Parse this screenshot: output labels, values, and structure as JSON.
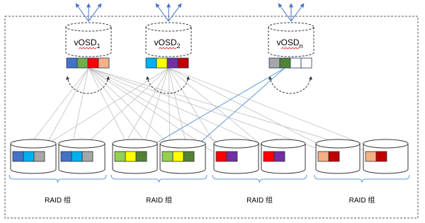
{
  "vosds": [
    {
      "label": "vOSD",
      "sub": "1",
      "blocks": [
        "#4472c4",
        "#70ad47",
        "#ff0000",
        "#f4b183"
      ]
    },
    {
      "label": "vOSD",
      "sub": "2",
      "blocks": [
        "#00b0f0",
        "#ffff00",
        "#7030a0",
        "#c00000"
      ]
    },
    {
      "label": "vOSD",
      "sub": "n",
      "blocks": [
        "#a6a6a6",
        "#548235",
        "#ffffff",
        "#ffffff"
      ]
    }
  ],
  "raid_groups": [
    {
      "label": "RAID 组",
      "disks": [
        [
          "#4472c4",
          "#00b0f0",
          "#a6a6a6"
        ],
        [
          "#4472c4",
          "#00b0f0",
          "#a6a6a6"
        ]
      ]
    },
    {
      "label": "RAID 组",
      "disks": [
        [
          "#92d050",
          "#ffff00",
          "#548235"
        ],
        [
          "#92d050",
          "#ffff00",
          "#548235"
        ]
      ]
    },
    {
      "label": "RAID 组",
      "disks": [
        [
          "#ff0000",
          "#7030a0"
        ],
        [
          "#ff0000",
          "#7030a0"
        ]
      ]
    },
    {
      "label": "RAID 组",
      "disks": [
        [
          "#f4b183",
          "#c00000"
        ],
        [
          "#f4b183",
          "#c00000"
        ]
      ]
    }
  ],
  "colors": {
    "gray_line": "#bfbfbf",
    "blue_line": "#5b9bd5",
    "arrow": "#4472c4",
    "frame": "#595959",
    "brace": "#5b9bd5"
  }
}
